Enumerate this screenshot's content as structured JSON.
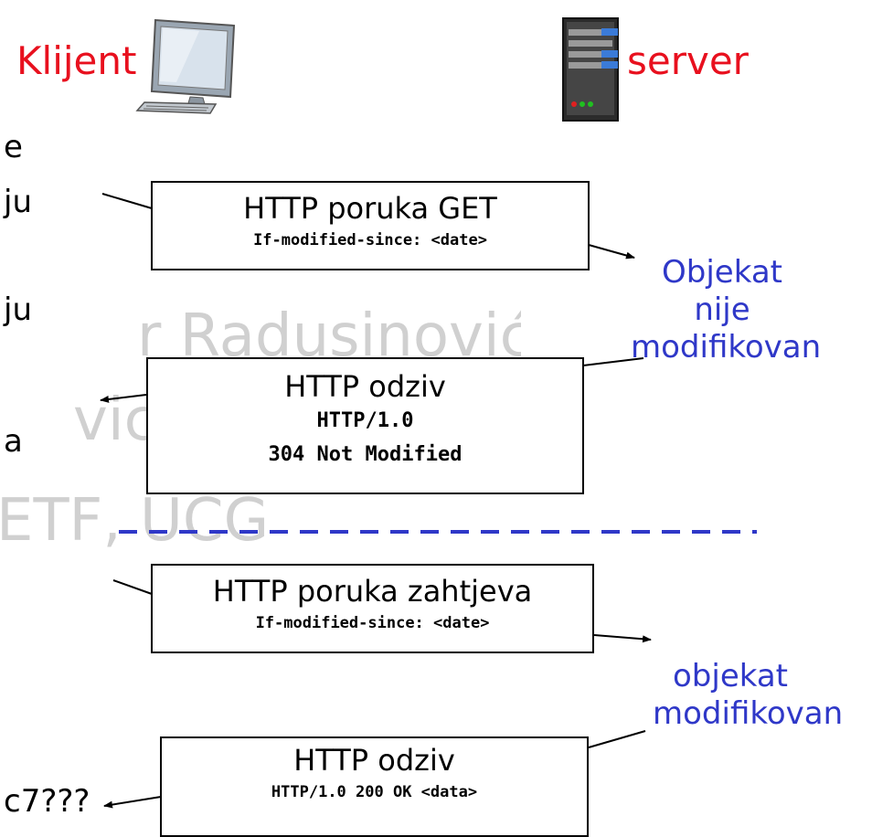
{
  "watermark": {
    "line1": "r Radusinović",
    "line2": "vica",
    "line3": "ETF, UCG"
  },
  "client": {
    "label": "Klijent",
    "icon": "desktop-computer-icon"
  },
  "server": {
    "label": "server",
    "icon": "server-tower-icon"
  },
  "left_fragments": [
    "e",
    "ju",
    "ju",
    "a",
    "c7???"
  ],
  "messages": {
    "get_request": {
      "title": "HTTP poruka GET",
      "header": "If-modified-since: <date>"
    },
    "not_modified_response": {
      "title": "HTTP odziv",
      "line1": "HTTP/1.0",
      "line2": "304 Not Modified"
    },
    "request2": {
      "title": "HTTP poruka zahtjeva",
      "header": "If-modified-since: <date>"
    },
    "ok_response": {
      "title": "HTTP odziv",
      "line1": "HTTP/1.0 200 OK <data>"
    }
  },
  "server_notes": {
    "not_modified": [
      "Objekat",
      "nije",
      "modifikovan"
    ],
    "modified": [
      "objekat",
      "modifikovan"
    ]
  },
  "colors": {
    "title_red": "#e8101e",
    "note_blue": "#2f38c8",
    "watermark_gray": "#d0d0d0"
  }
}
